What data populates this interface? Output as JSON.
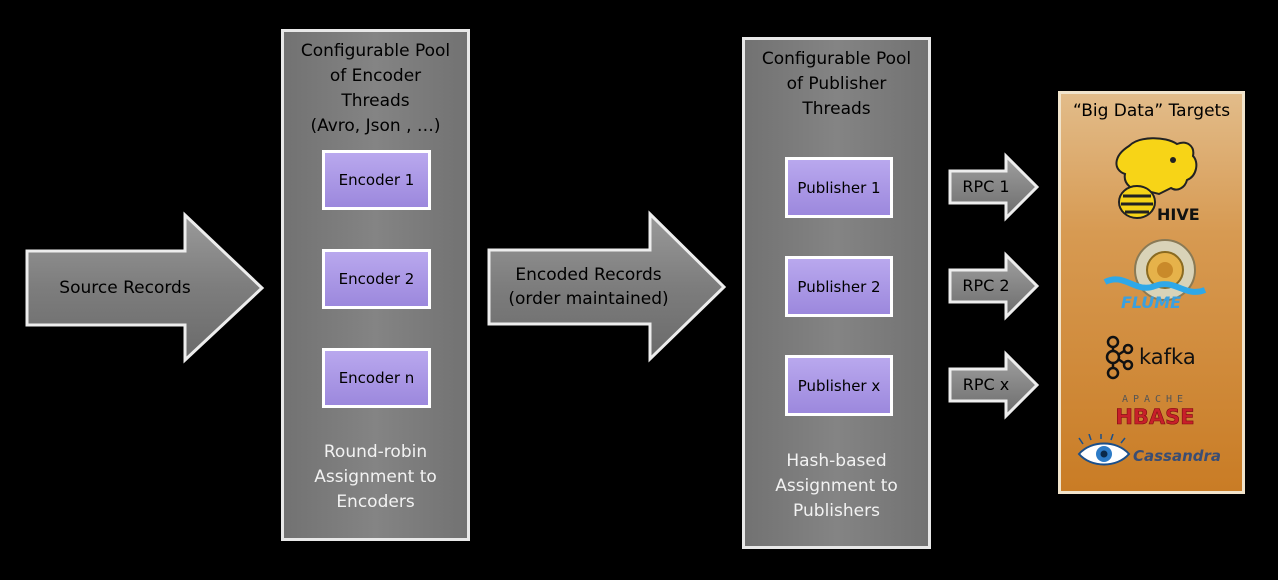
{
  "arrows": {
    "source": "Source Records",
    "encoded_line1": "Encoded Records",
    "encoded_line2": "(order maintained)",
    "rpc": [
      "RPC 1",
      "RPC 2",
      "RPC x"
    ]
  },
  "encoder_pool": {
    "title": [
      "Configurable Pool",
      "of Encoder",
      "Threads",
      "(Avro, Json , …)"
    ],
    "workers": [
      "Encoder 1",
      "Encoder 2",
      "Encoder n"
    ],
    "footer": [
      "Round-robin",
      "Assignment to",
      "Encoders"
    ]
  },
  "publisher_pool": {
    "title": [
      "Configurable Pool",
      "of Publisher",
      "Threads"
    ],
    "workers": [
      "Publisher 1",
      "Publisher 2",
      "Publisher x"
    ],
    "footer": [
      "Hash-based",
      "Assignment to",
      "Publishers"
    ]
  },
  "targets": {
    "title": "“Big Data” Targets",
    "logos": {
      "hive": "HIVE",
      "flume": "FLUME",
      "kafka": "kafka",
      "hbase_top": "APACHE",
      "hbase": "HBASE",
      "cassandra": "Cassandra"
    }
  },
  "colors": {
    "background": "#000000",
    "arrow_fill": "#7f7f7f",
    "pool_fill": "#7f7f7f",
    "worker_fill": "#a996e4",
    "targets_fill": "#d08a3a"
  }
}
